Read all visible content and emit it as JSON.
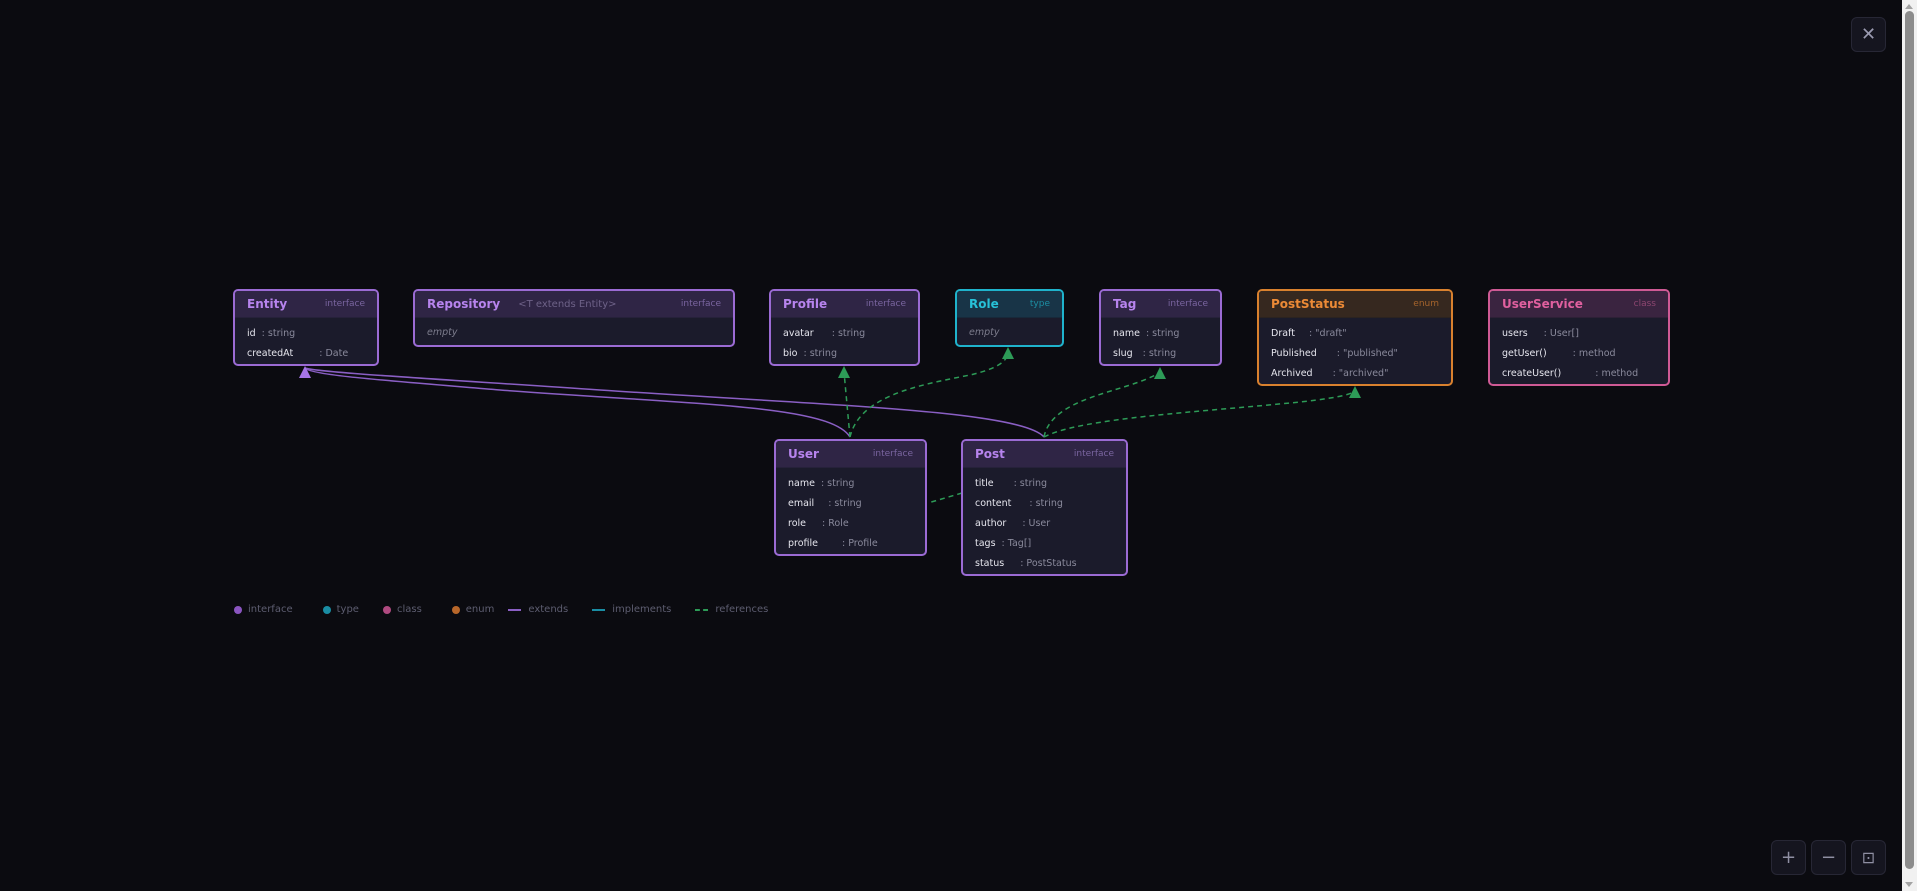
{
  "colors": {
    "background": "#0b0b10",
    "interface": "#9b6bd4",
    "type": "#1fb3cc",
    "class": "#cf5a95",
    "enum": "#d9812e",
    "extends": "#9b6bd4",
    "implements": "#1fb3cc",
    "references": "#2d9b57"
  },
  "nodes": {
    "entity": {
      "name": "Entity",
      "kind": "interface",
      "fields": [
        {
          "name": "id",
          "type": ": string"
        },
        {
          "name": "createdAt",
          "type": ": Date"
        }
      ]
    },
    "repository": {
      "name": "Repository",
      "generic": "<T extends Entity>",
      "kind": "interface",
      "empty_label": "empty"
    },
    "profile": {
      "name": "Profile",
      "kind": "interface",
      "fields": [
        {
          "name": "avatar",
          "type": ": string"
        },
        {
          "name": "bio",
          "type": ": string"
        }
      ]
    },
    "role": {
      "name": "Role",
      "kind": "type",
      "empty_label": "empty"
    },
    "tag": {
      "name": "Tag",
      "kind": "interface",
      "fields": [
        {
          "name": "name",
          "type": ": string"
        },
        {
          "name": "slug",
          "type": ": string"
        }
      ]
    },
    "post_status": {
      "name": "PostStatus",
      "kind": "enum",
      "fields": [
        {
          "name": "Draft",
          "type": ": \"draft\""
        },
        {
          "name": "Published",
          "type": ": \"published\""
        },
        {
          "name": "Archived",
          "type": ": \"archived\""
        }
      ]
    },
    "user_service": {
      "name": "UserService",
      "kind": "class",
      "fields": [
        {
          "name": "users",
          "type": ": User[]"
        },
        {
          "name": "getUser()",
          "type": ": method"
        },
        {
          "name": "createUser()",
          "type": ": method"
        }
      ]
    },
    "user": {
      "name": "User",
      "kind": "interface",
      "fields": [
        {
          "name": "name",
          "type": ": string"
        },
        {
          "name": "email",
          "type": ": string"
        },
        {
          "name": "role",
          "type": ": Role"
        },
        {
          "name": "profile",
          "type": ": Profile"
        }
      ]
    },
    "post": {
      "name": "Post",
      "kind": "interface",
      "fields": [
        {
          "name": "title",
          "type": ": string"
        },
        {
          "name": "content",
          "type": ": string"
        },
        {
          "name": "author",
          "type": ": User"
        },
        {
          "name": "tags",
          "type": ": Tag[]"
        },
        {
          "name": "status",
          "type": ": PostStatus"
        }
      ]
    }
  },
  "edges": [
    {
      "from": "User",
      "to": "Entity",
      "kind": "extends"
    },
    {
      "from": "Post",
      "to": "Entity",
      "kind": "extends"
    },
    {
      "from": "User",
      "to": "Profile",
      "kind": "references"
    },
    {
      "from": "User",
      "to": "Role",
      "kind": "references"
    },
    {
      "from": "Post",
      "to": "Tag",
      "kind": "references"
    },
    {
      "from": "Post",
      "to": "PostStatus",
      "kind": "references"
    },
    {
      "from": "Post",
      "to": "User",
      "kind": "references"
    }
  ],
  "legend": {
    "interface": "interface",
    "type": "type",
    "class": "class",
    "enum": "enum",
    "extends": "extends",
    "implements": "implements",
    "references": "references"
  },
  "controls": {
    "close": "✕",
    "zoom_in": "+",
    "zoom_out": "−",
    "fit": "⊡"
  }
}
